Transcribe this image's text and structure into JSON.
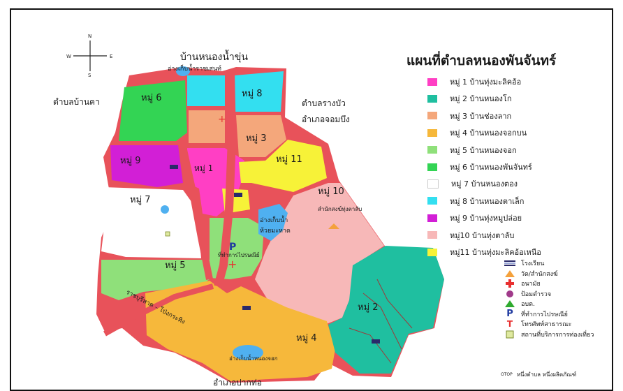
{
  "compass": {
    "n": "N",
    "s": "S",
    "e": "E",
    "w": "W"
  },
  "legend": {
    "title": "แผนที่ตำบลหนองพันจันทร์",
    "items": [
      {
        "label": "หมู่ 1 บ้านทุ่งมะลิคอ้อ",
        "color": "#ff3fc4"
      },
      {
        "label": "หมู่ 2 บ้านหนองโก",
        "color": "#1fbfa0"
      },
      {
        "label": "หมู่ 3 บ้านช่องลาก",
        "color": "#f4a77b"
      },
      {
        "label": "หมู่ 4 บ้านหนองจอกบน",
        "color": "#f6b83b"
      },
      {
        "label": "หมู่ 5 บ้านหนองจอก",
        "color": "#8fe07a"
      },
      {
        "label": "หมู่ 6 บ้านหนองพันจันทร์",
        "color": "#33d454"
      },
      {
        "label": "หมู่ 7 บ้านหนองตอง",
        "color": "#ffffff"
      },
      {
        "label": "หมู่ 8 บ้านหนองตาเล็ก",
        "color": "#33dff0"
      },
      {
        "label": "หมู่ 9 บ้านทุ่งหมูปล่อย",
        "color": "#d21fd6"
      },
      {
        "label": "หมู่10 บ้านทุ่งตาลับ",
        "color": "#f7b8b8"
      },
      {
        "label": "หมู่11 บ้านทุ่งมะลิคอ้อเหนือ",
        "color": "#f7f238"
      }
    ]
  },
  "symbols": [
    {
      "icon": "school-icon",
      "label": "โรงเรียน"
    },
    {
      "icon": "temple-icon",
      "label": "วัด/สำนักสงฆ์"
    },
    {
      "icon": "health-station-icon",
      "label": "อนามัย"
    },
    {
      "icon": "police-box-icon",
      "label": "ป้อมตำรวจ"
    },
    {
      "icon": "tambon-office-icon",
      "label": "อบต."
    },
    {
      "icon": "post-office-icon",
      "label": "ที่ทำการไปรษณีย์"
    },
    {
      "icon": "telephone-icon",
      "label": "โทรศัพท์สาธารณะ"
    },
    {
      "icon": "tourist-spot-icon",
      "label": "สถานที่บริการการท่องเที่ยว"
    }
  ],
  "otop": {
    "code": "OTOP",
    "label": "หนึ่งตำบล หนึ่งผลิตภัณฑ์"
  },
  "place_labels": {
    "north_village": "บ้านหนองน้ำขุ่น",
    "north_reservoir": "อ่างเก็บน้ำราชเสนท์",
    "west_tambon": "ตำบลบ้านคา",
    "east_tambon": "ตำบลรางบัว",
    "east_district": "อำเภอจอมบึง",
    "south_district": "อำเภอปากท่อ",
    "reservoir_center_1": "อ่างเก็บน้ำ",
    "reservoir_center_2": "ห้วยมะหาด",
    "reservoir_south": "อ่างเก็บน้ำหนองจอก",
    "temple_10": "สำนักสงฆ์ทุ่งตาลับ",
    "road_label": "ราชบุรีหาด – โป่งกระทิง",
    "office_label": "ที่ทำการไปรษณีย์"
  },
  "village_labels": {
    "m1": "หมู่ 1",
    "m2": "หมู่ 2",
    "m3": "หมู่ 3",
    "m4": "หมู่ 4",
    "m5": "หมู่ 5",
    "m6": "หมู่ 6",
    "m7": "หมู่ 7",
    "m8": "หมู่ 8",
    "m9": "หมู่ 9",
    "m10": "หมู่ 10",
    "m11": "หมู่ 11"
  },
  "colors": {
    "boundary": "#e8525a",
    "water": "#4fb0f0",
    "frame": "#111111"
  }
}
